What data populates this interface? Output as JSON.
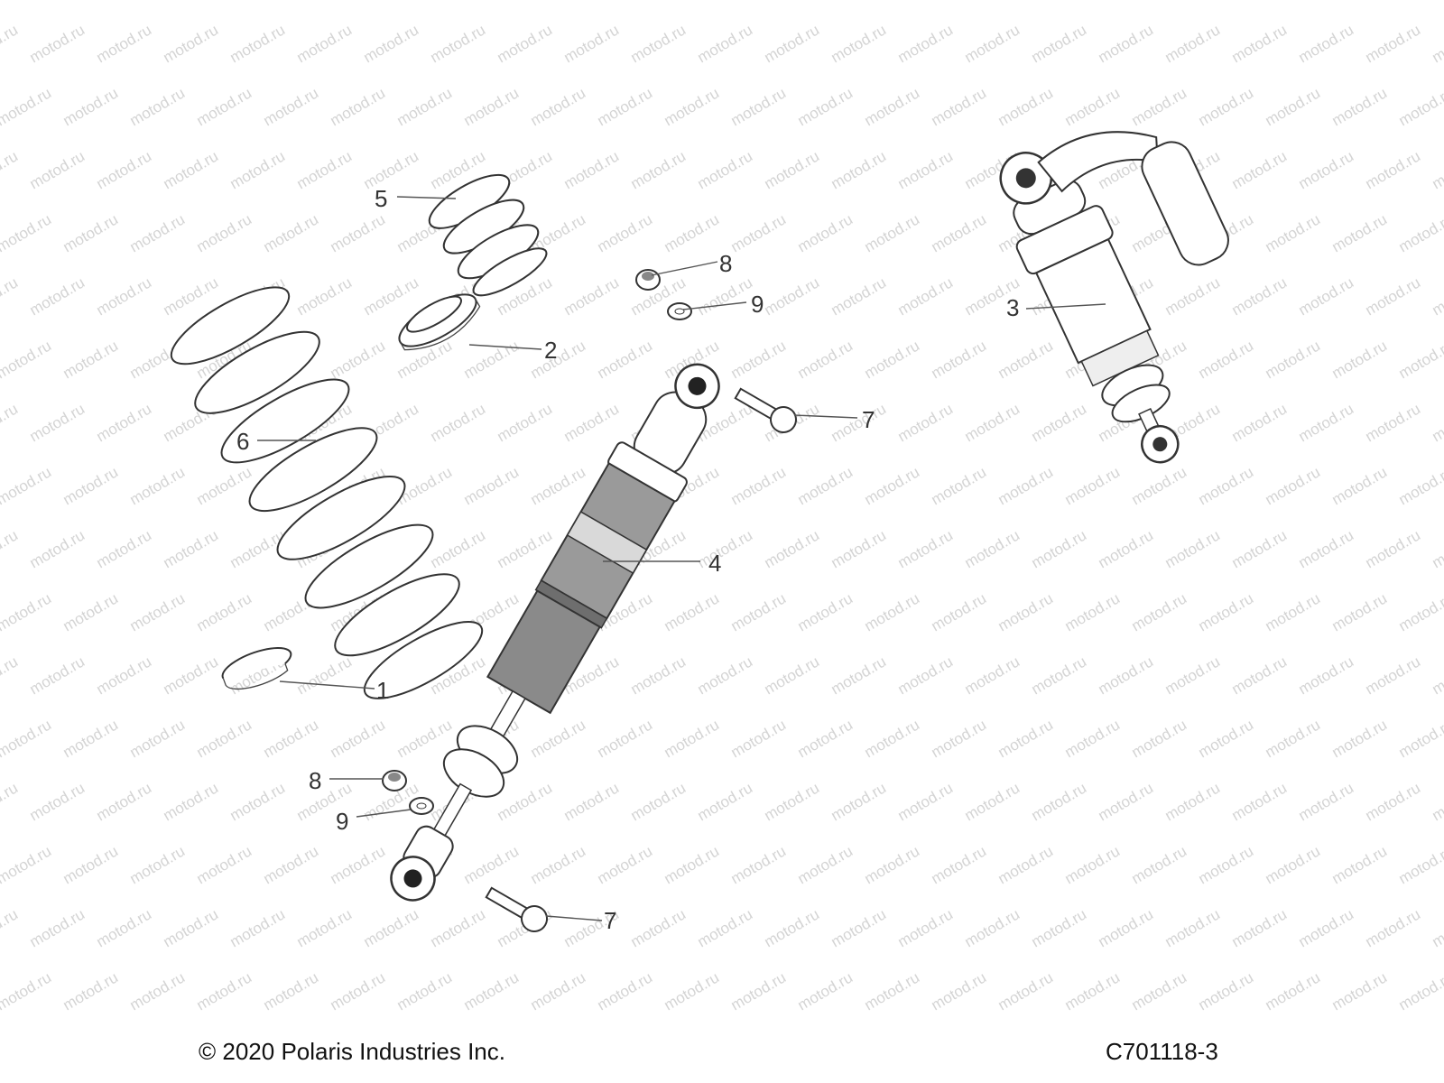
{
  "watermark": {
    "text": "motod.ru",
    "color": "#d4d4d4"
  },
  "callouts": [
    {
      "id": "5",
      "label": "5"
    },
    {
      "id": "2",
      "label": "2"
    },
    {
      "id": "6",
      "label": "6"
    },
    {
      "id": "1",
      "label": "1"
    },
    {
      "id": "8a",
      "label": "8"
    },
    {
      "id": "9a",
      "label": "9"
    },
    {
      "id": "7a",
      "label": "7"
    },
    {
      "id": "4",
      "label": "4"
    },
    {
      "id": "8b",
      "label": "8"
    },
    {
      "id": "9b",
      "label": "9"
    },
    {
      "id": "7b",
      "label": "7"
    },
    {
      "id": "3",
      "label": "3"
    }
  ],
  "footer": {
    "copyright": "© 2020 Polaris Industries Inc.",
    "drawing_number": "C701118-3"
  }
}
